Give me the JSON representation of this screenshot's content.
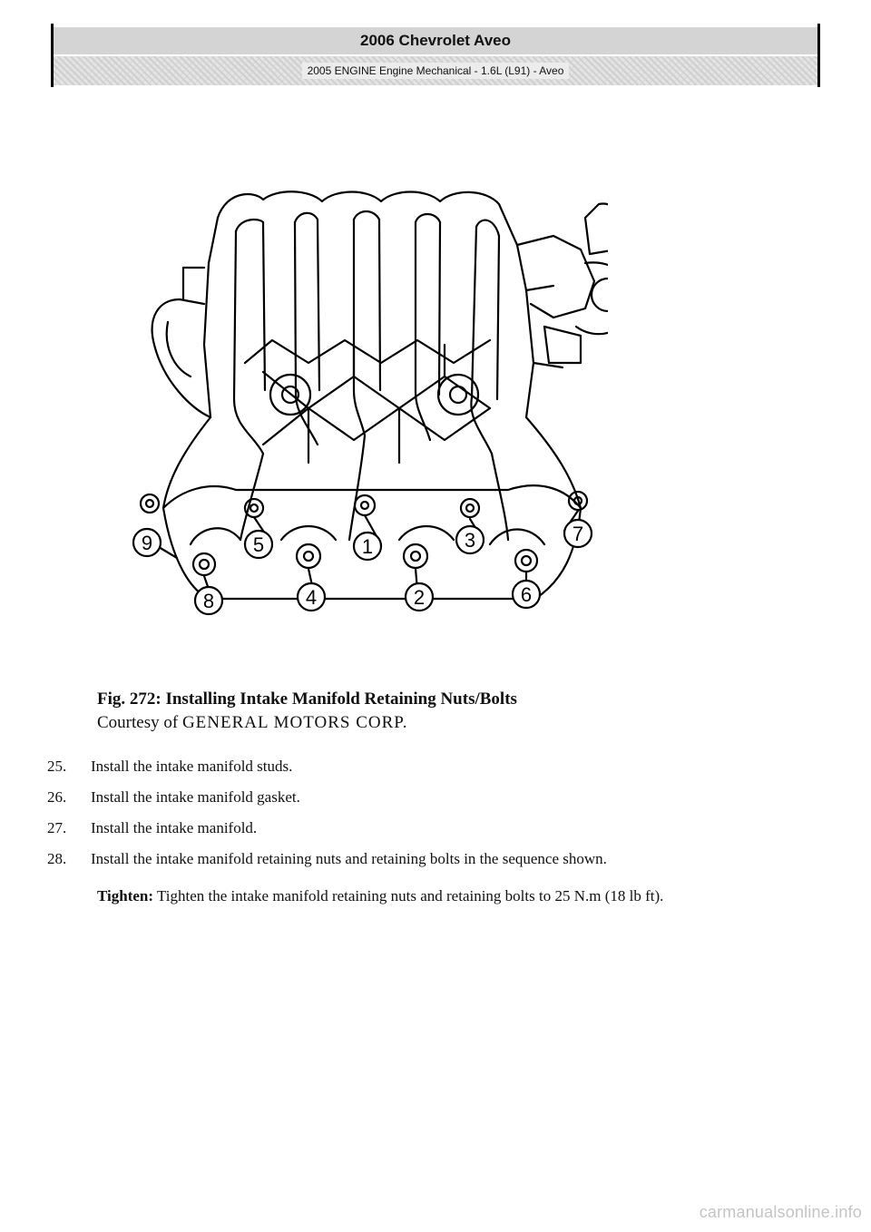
{
  "header": {
    "title": "2006 Chevrolet Aveo",
    "subtitle": "2005 ENGINE Engine Mechanical - 1.6L (L91) - Aveo"
  },
  "figure": {
    "callouts": [
      "1",
      "2",
      "3",
      "4",
      "5",
      "6",
      "7",
      "8",
      "9"
    ]
  },
  "caption": {
    "figure_title": "Fig. 272: Installing Intake Manifold Retaining Nuts/Bolts",
    "courtesy_prefix": "Courtesy of",
    "courtesy_org": "GENERAL MOTORS CORP."
  },
  "steps": [
    {
      "num": "25.",
      "text": "Install the intake manifold studs."
    },
    {
      "num": "26.",
      "text": "Install the intake manifold gasket."
    },
    {
      "num": "27.",
      "text": "Install the intake manifold."
    },
    {
      "num": "28.",
      "text": "Install the intake manifold retaining nuts and retaining bolts in the sequence shown."
    }
  ],
  "tighten": {
    "label": "Tighten:",
    "text": "Tighten the intake manifold retaining nuts and retaining bolts to 25 N.m (18 lb ft)."
  },
  "watermark": "carmanualsonline.info"
}
